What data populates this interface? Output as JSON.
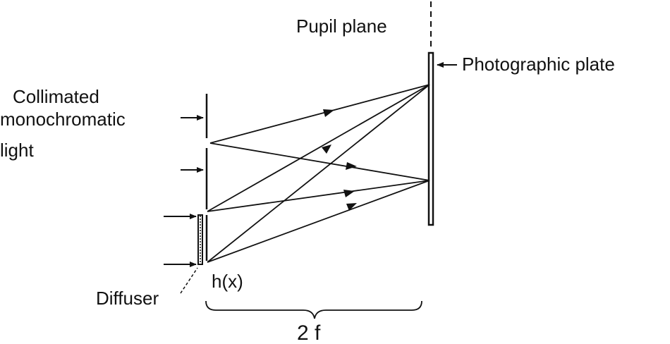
{
  "labels": {
    "pupil_plane": "Pupil plane",
    "photographic_plate": "Photographic plate",
    "collimated_line1": "Collimated",
    "collimated_line2": "monochromatic",
    "collimated_line3": "light",
    "diffuser": "Diffuser",
    "h_of_x": "h(x)",
    "distance": "2 f"
  },
  "colors": {
    "ink": "#111111",
    "background": "#ffffff"
  }
}
